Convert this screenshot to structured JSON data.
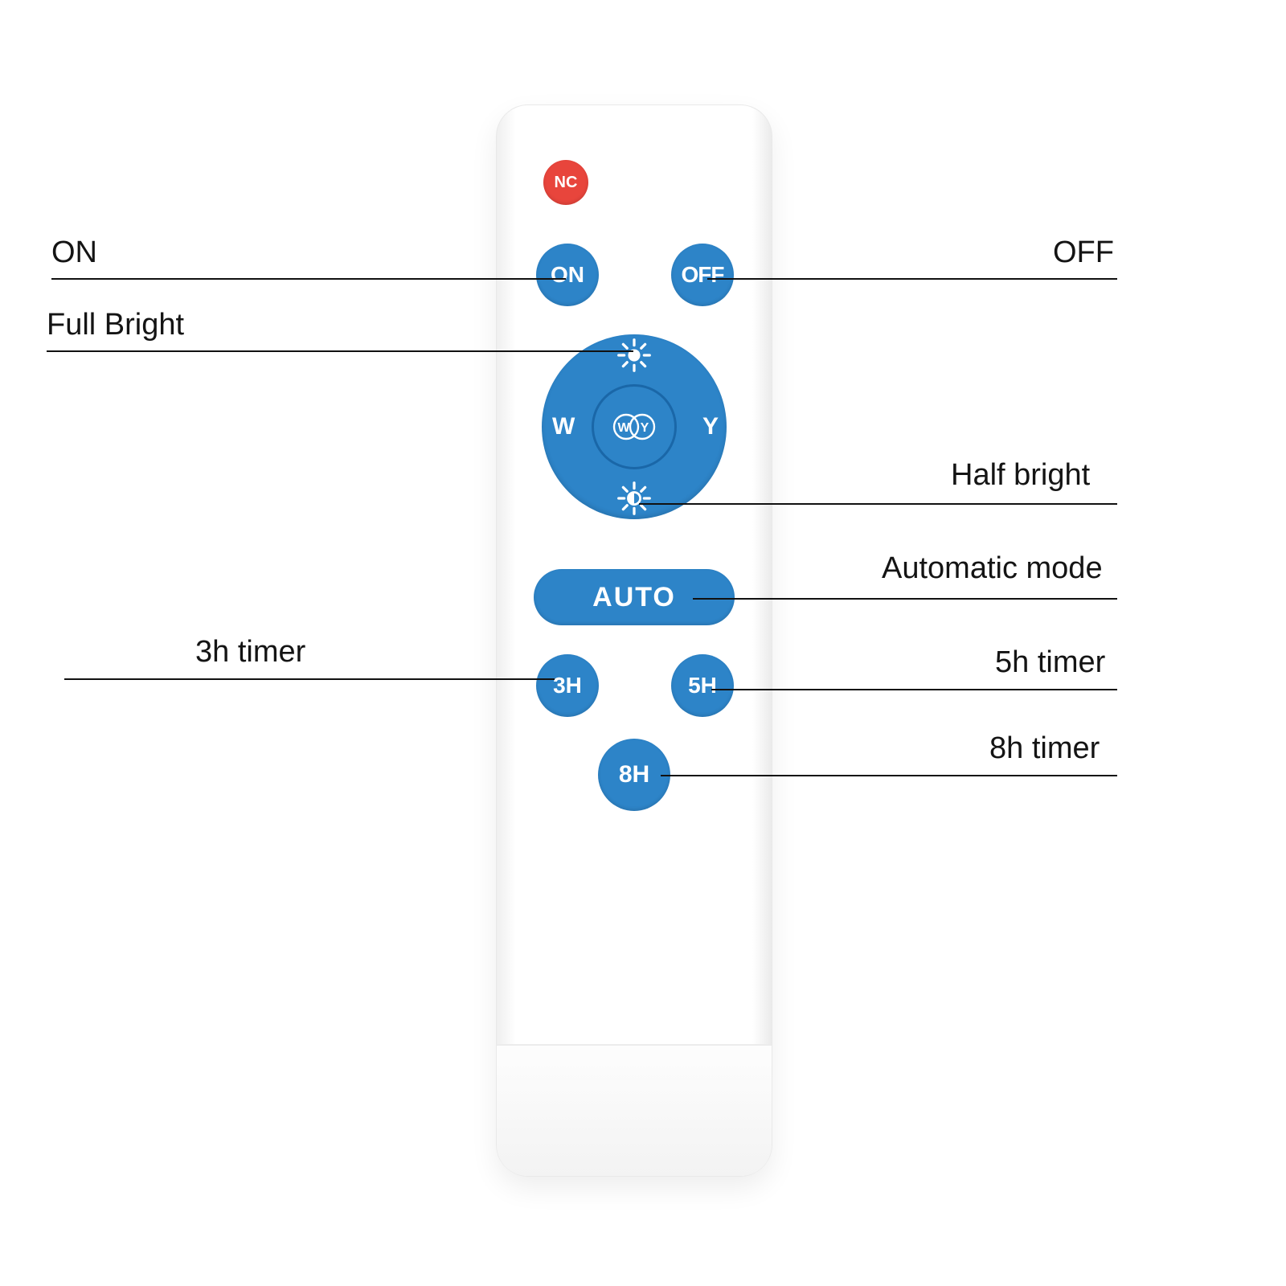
{
  "remote": {
    "buttons": {
      "nc": "NC",
      "on": "ON",
      "off": "OFF",
      "w": "W",
      "y": "Y",
      "wy_w": "W",
      "wy_y": "Y",
      "auto": "AUTO",
      "timer3": "3H",
      "timer5": "5H",
      "timer8": "8H"
    },
    "colors": {
      "button_blue": "#2d84c8",
      "nc_red": "#e8453c",
      "body_white": "#ffffff",
      "inner_ring_blue": "#1a67a8"
    },
    "icons": {
      "full_bright": "sun-full-icon",
      "half_bright": "sun-half-icon"
    }
  },
  "annotations": {
    "on": {
      "label": "ON"
    },
    "off": {
      "label": "OFF"
    },
    "full_bright": {
      "label": "Full Bright"
    },
    "half_bright": {
      "label": "Half bright"
    },
    "auto": {
      "label": "Automatic mode"
    },
    "timer3": {
      "label": "3h timer"
    },
    "timer5": {
      "label": "5h timer"
    },
    "timer8": {
      "label": "8h timer"
    }
  }
}
